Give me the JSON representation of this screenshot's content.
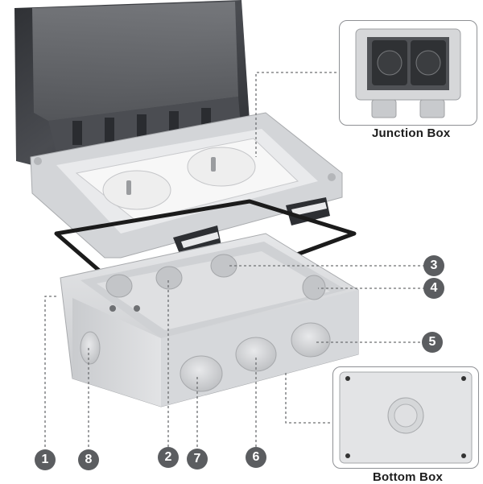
{
  "insets": {
    "junction_box": {
      "label": "Junction Box"
    },
    "bottom_box": {
      "label": "Bottom Box"
    }
  },
  "callouts": [
    "1",
    "2",
    "3",
    "4",
    "5",
    "6",
    "7",
    "8"
  ],
  "colors": {
    "housing": "#d9dadc",
    "housing_shadow": "#b8babd",
    "lid": "#3a3c40",
    "socket_white": "#f4f4f4",
    "gasket": "#1b1b1b",
    "callout_bg": "#5b5d60",
    "leader": "#6d6f72"
  }
}
